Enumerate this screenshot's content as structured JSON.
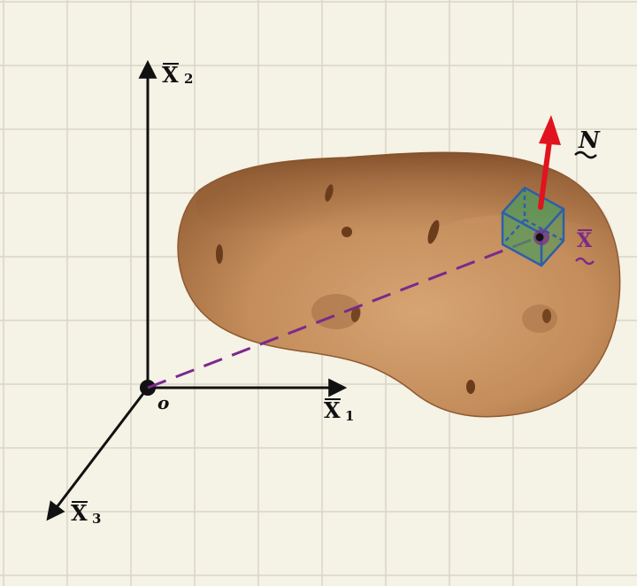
{
  "axes": {
    "x1": {
      "letter": "X",
      "sub": "1"
    },
    "x2": {
      "letter": "X",
      "sub": "2"
    },
    "x3": {
      "letter": "X",
      "sub": "3"
    }
  },
  "origin_label": "o",
  "normal_label": "N",
  "position_label": "X",
  "colors": {
    "background": "#f5f2e6",
    "grid": "#d9d6c7",
    "axis": "#111111",
    "potato": "#c69263",
    "potato_dark": "#8f5a32",
    "normal_arrow": "#e0141e",
    "position_vector": "#7a2a8c",
    "element_cube": "#2f5fa8",
    "element_fill": "#4e9a5c"
  }
}
